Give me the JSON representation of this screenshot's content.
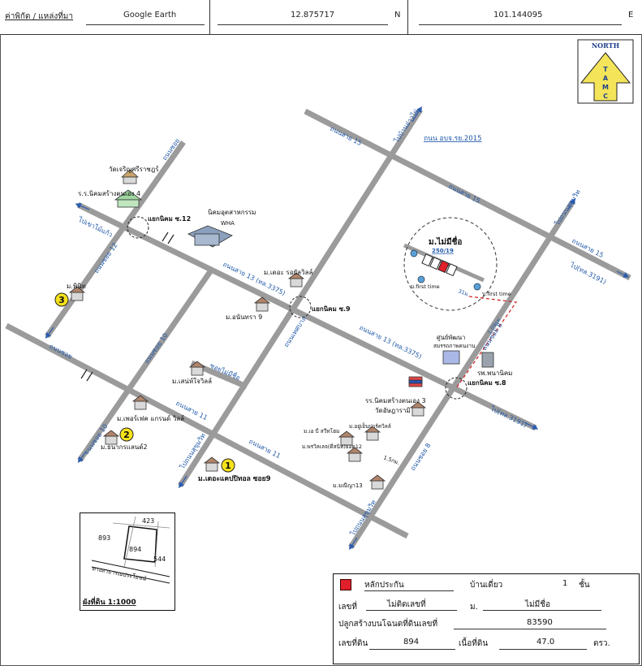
{
  "header": {
    "coord_label": "ค่าพิกัด / แหล่งที่มา",
    "source": "Google Earth",
    "latitude": "12.875717",
    "lat_unit": "N",
    "longitude": "101.144095",
    "lon_unit": "E"
  },
  "north": {
    "word": "NORTH",
    "letters": [
      "T",
      "A",
      "M",
      "C"
    ]
  },
  "roads": {
    "r15_top": "ถนนสาย 15",
    "r15_right": "ถนนสาย 15",
    "r15_edge": "ถนนสาย 15",
    "r13_mid": "ถนนสาย 13 (ทล.3375)",
    "r13_right": "ถนนสาย 13 (ทล.3375)",
    "r11_left": "ถนนสาย 11",
    "r11_right": "ถนนสาย 11",
    "soi12": "ถนนซอย 12",
    "soi10a": "ถนนซอย 10",
    "soi10b": "ถนนซอย 10",
    "soi8": "ถนนซอย 8",
    "soi8b": "ถนนซอย 8",
    "soi_left": "ถนนซอย",
    "soi_rd": "ถนนซอย",
    "soi_mid": "ซอยไม่มีชื่อ",
    "soi_north": "ถนนเทศบาล",
    "to_map": "ไปบ้านอ่าวไผ่",
    "to_kaew": "ไปเขาไม้แก้ว",
    "to_3191a": "ไป(ทล.3191)",
    "to_3191b": "ไป(ทล.3191)",
    "to_south_left": "ไปถนนสุขุมวิท",
    "to_south_right": "ไปถนนสุขุมวิท",
    "to_ne": "ไปถนนสุขุมวิท",
    "aboj": "ถนน อบจ.รย.2015"
  },
  "places": {
    "junction12": "แยกนิคม ซ.12",
    "junction9": "แยกนิคม ซ.9",
    "junction8": "แยกนิคม ซ.8",
    "temple": "วัดเจริญศรีราชฎร์",
    "school4": "ร.ร.นิคมสร้างตนเอง 4",
    "wha_name": "นิคมอุตสาหกรรม",
    "wha_code": "WHA",
    "m_pinit": "ม.พินิท",
    "m_theroyal": "ม.เดอะ รอยัลวิลล์",
    "m_anan9": "ม.อนันทรา 9",
    "m_saneh": "ม.เสน่ห์ใจวิลล์",
    "m_perfect": "ม.เพอร์เฟค แกรนด์ วิลล์",
    "m_thanakorn": "ม.ธนากรแลนด์2",
    "m_theoffice": "ม.เดอะแคปปิทอล ซอย9",
    "m_subject": "ม.ไม่มีชื่อ",
    "subject_no": "250/19",
    "first_time": "บ.first time",
    "center_name": "ศูนย์พัฒนา",
    "center_sub": "สมรรถภาพคนงาน",
    "hosp": "รพ.พนานิคม",
    "school3": "รร.นิคมสร้างตนเอง 3",
    "wat_ariya": "วัดอัษฎารามิ",
    "m_ee": "ม.เอ บี สวีทโฮม",
    "m_yu": "ม.อยู่เย็นปาร์ควิลล์",
    "m_phon": "ม.พรวิลเลจ(ดีสนิท)ยอด12",
    "m_manee": "ม.มณีญา13",
    "dist_1": "31ม.",
    "dist_2": "1.09กม.",
    "dist_3": "1.5กม."
  },
  "markers": {
    "m1": "1",
    "m2": "2",
    "m3": "3"
  },
  "plot": {
    "p423": "423",
    "p893": "893",
    "p894": "894",
    "p544": "544",
    "road": "ทางสาธารณประโยชน์",
    "title": "ผังที่ดิน 1:1000"
  },
  "legend": {
    "collateral": "หลักประกัน",
    "house_type": "บ้านเดี่ยว",
    "floors": "1",
    "floors_unit": "ชั้น",
    "number_label": "เลขที่",
    "number_value": "ไม่ติดเลขที่",
    "moo_label": "ม.",
    "moo_value": "ไม่มีชื่อ",
    "deed_label": "ปลูกสร้างบนโฉนดที่ดินเลขที่",
    "deed_value": "83590",
    "land_label": "เลขที่ดิน",
    "land_value": "894",
    "area_label": "เนื้อที่ดิน",
    "area_value": "47.0",
    "area_unit": "ตรว.",
    "marker_color": "#e0202a"
  },
  "colors": {
    "road": "#9a9a9a",
    "label": "#1f58a8",
    "dash": "#d22a2a",
    "marker_fill": "#f6e21a"
  }
}
